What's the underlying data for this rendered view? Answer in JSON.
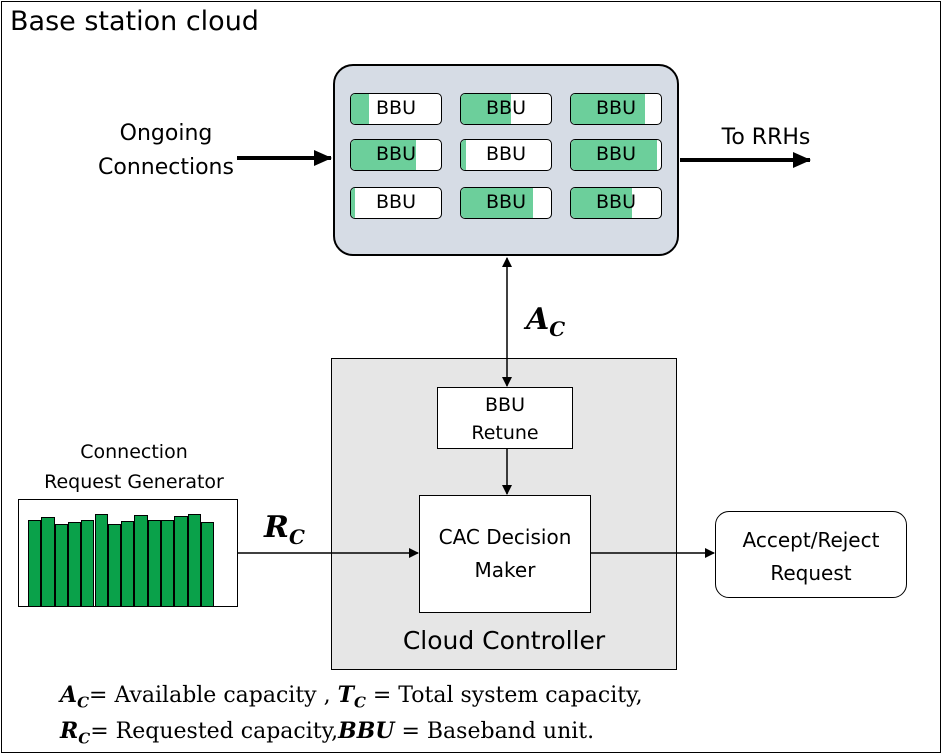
{
  "title": "Base station cloud",
  "bbu_pool": {
    "fill_color": "#6ccf9b",
    "units": [
      {
        "label": "BBU",
        "load": 0.2
      },
      {
        "label": "BBU",
        "load": 0.55
      },
      {
        "label": "BBU",
        "load": 0.82
      },
      {
        "label": "BBU",
        "load": 0.72
      },
      {
        "label": "BBU",
        "load": 0.06
      },
      {
        "label": "BBU",
        "load": 0.95
      },
      {
        "label": "BBU",
        "load": 0.04
      },
      {
        "label": "BBU",
        "load": 0.8
      },
      {
        "label": "BBU",
        "load": 0.68
      }
    ]
  },
  "ongoing_connections": "Ongoing\nConnections",
  "to_rrhs": "To RRHs",
  "ac_symbol": {
    "main": "A",
    "sub": "C"
  },
  "rc_symbol": {
    "main": "R",
    "sub": "C"
  },
  "bbu_retune": "BBU\nRetune",
  "cac_decision_maker": "CAC Decision\nMaker",
  "accept_reject": "Accept/Reject\nRequest",
  "cloud_controller": "Cloud Controller",
  "request_generator": {
    "title": "Connection\nRequest Generator",
    "bar_color": "#0aa14a",
    "bar_levels": [
      0.86,
      0.89,
      0.82,
      0.84,
      0.86,
      0.92,
      0.82,
      0.85,
      0.91,
      0.86,
      0.86,
      0.9,
      0.92,
      0.84
    ]
  },
  "legend": {
    "line1": [
      {
        "sym": "A",
        "sub": "C"
      },
      {
        "text": "= Available capacity , "
      },
      {
        "sym": "T",
        "sub": "C"
      },
      {
        "text": " = Total system capacity,"
      }
    ],
    "line2": [
      {
        "sym": "R",
        "sub": "C"
      },
      {
        "text": "= Requested capacity,"
      },
      {
        "sym": "BBU",
        "sub": ""
      },
      {
        "text": " = Baseband unit."
      }
    ]
  }
}
